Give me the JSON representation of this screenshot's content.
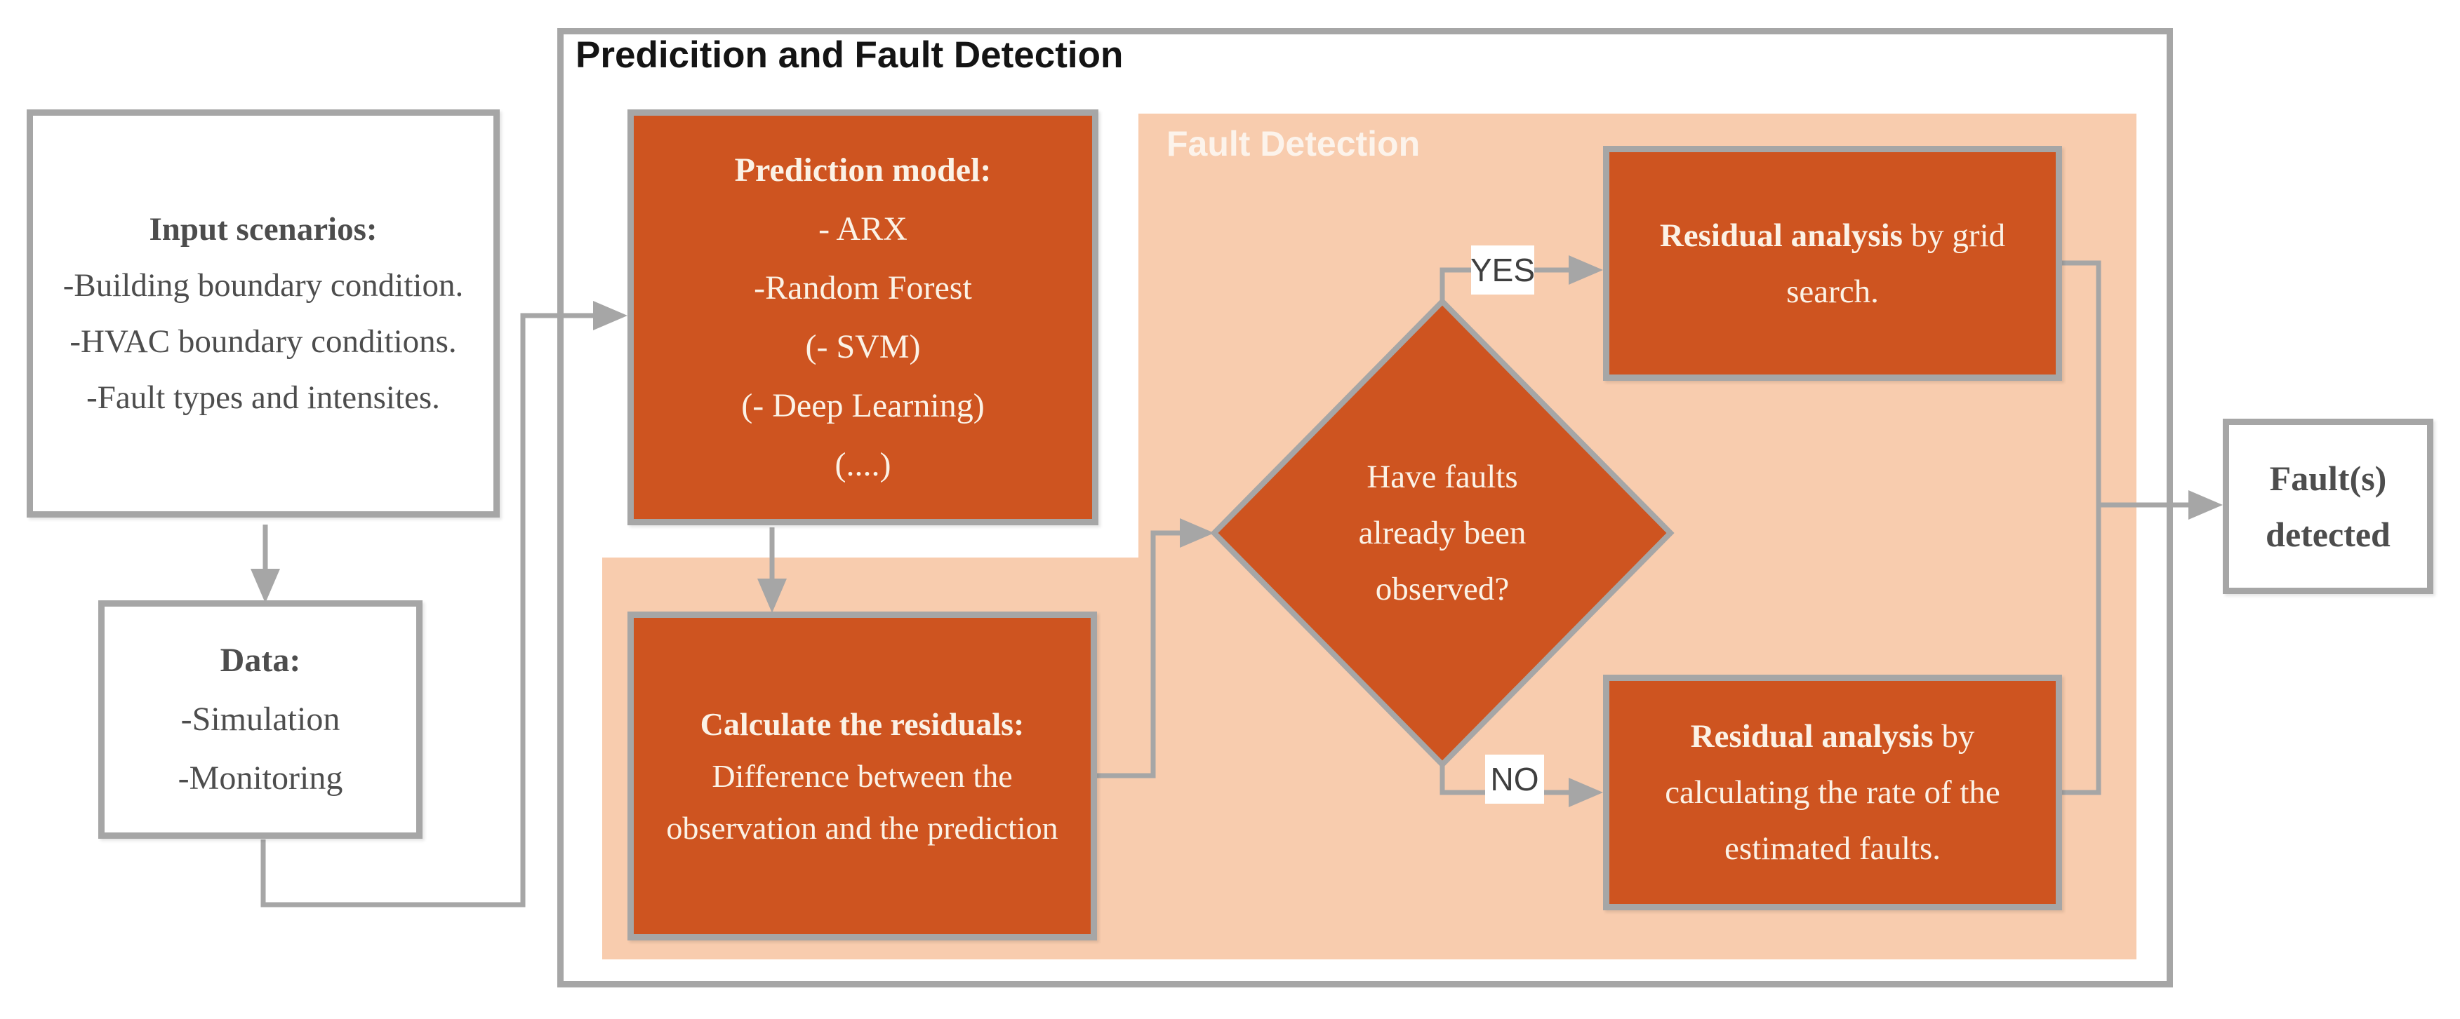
{
  "title": "Predicition and Fault Detection",
  "regions": {
    "fault_detection_label": "Fault Detection"
  },
  "boxes": {
    "input_scenarios": {
      "heading": "Input scenarios:",
      "items": [
        "-Building boundary condition.",
        "-HVAC boundary conditions.",
        "-Fault types and intensites."
      ]
    },
    "data": {
      "heading": "Data:",
      "items": [
        "-Simulation",
        "-Monitoring"
      ]
    },
    "prediction_model": {
      "heading": "Prediction model:",
      "items": [
        "- ARX",
        "-Random Forest",
        "(- SVM)",
        "(- Deep Learning)",
        "(....)"
      ]
    },
    "calculate_residuals": {
      "heading": "Calculate the residuals:",
      "body": "Difference between the observation and the prediction"
    },
    "decision": {
      "question": "Have faults already been observed?",
      "yes_label": "YES",
      "no_label": "NO"
    },
    "residual_grid": {
      "bold": "Residual analysis",
      "rest": " by grid search."
    },
    "residual_rate": {
      "bold": "Residual analysis",
      "rest": " by calculating the rate of the estimated faults."
    },
    "fault_detected": {
      "label": "Fault(s) detected"
    }
  },
  "colors": {
    "accent_orange": "#CE5420",
    "region_peach": "#F8CCAE",
    "line_gray": "#A6A6A6",
    "dark_text_gray": "#4D4D4D",
    "box_text_cream": "#FBF2E6"
  }
}
